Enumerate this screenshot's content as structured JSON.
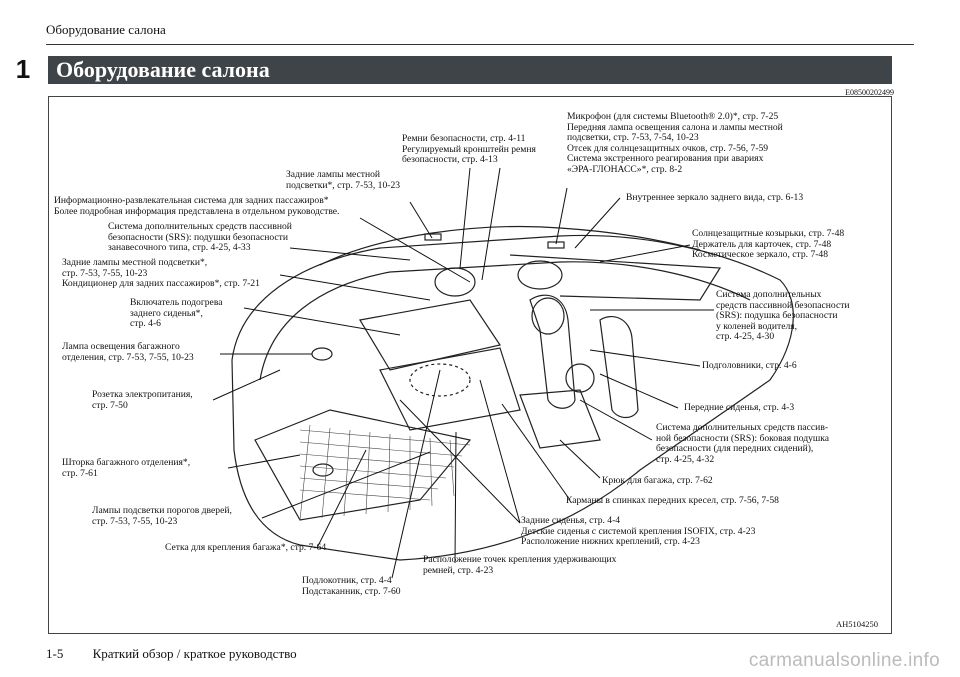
{
  "header": {
    "section_title": "Оборудование салона",
    "chapter_number": "1"
  },
  "section_bar": {
    "title": "Оборудование салона",
    "code": "E08500202499"
  },
  "figure": {
    "id": "AH5104250",
    "labels": {
      "l1": "Информационно-развлекательная система для задних пассажиров*\nБолее подробная информация представлена в отдельном руководстве.",
      "l2": "Задние лампы местной\nподсветки*, стр. 7-53, 10-23",
      "l3": "Ремни безопасности, стр. 4-11\nРегулируемый кронштейн ремня\nбезопасности, стр. 4-13",
      "l4": "Микрофон (для системы Bluetooth® 2.0)*, стр. 7-25\nПередняя лампа освещения салона и лампы местной\nподсветки, стр. 7-53, 7-54, 10-23\nОтсек для солнцезащитных очков, стр. 7-56, 7-59\nСистема экстренного реагирования при авариях\n«ЭРА-ГЛОНАСС»*, стр. 8-2",
      "l5": "Внутреннее зеркало заднего вида, стр. 6-13",
      "l6": "Система дополнительных средств пассивной\nбезопасности (SRS): подушки безопасности\nзанавесочного типа, стр. 4-25, 4-33",
      "l7": "Солнцезащитные козырьки, стр. 7-48\nДержатель для карточек, стр. 7-48\nКосметическое зеркало, стр. 7-48",
      "l8": "Задние лампы местной подсветки*,\nстр. 7-53, 7-55, 10-23\nКондиционер для задних пассажиров*, стр. 7-21",
      "l9": "Включатель подогрева\nзаднего сиденья*,\nстр. 4-6",
      "l10": "Система дополнительных\nсредств пассивной безопасности\n(SRS): подушка безопасности\nу коленей водителя,\nстр. 4-25, 4-30",
      "l11": "Лампа освещения багажного\nотделения, стр. 7-53, 7-55, 10-23",
      "l12": "Подголовники, стр. 4-6",
      "l13": "Розетка электропитания,\nстр. 7-50",
      "l14": "Передние сиденья, стр. 4-3",
      "l15": "Система дополнительных средств пассив-\nной безопасности (SRS): боковая подушка\nбезопасности (для передних сидений),\nстр. 4-25, 4-32",
      "l16": "Шторка багажного отделения*,\nстр. 7-61",
      "l17": "Крюк для багажа, стр. 7-62",
      "l18": "Карманы в спинках передних кресел, стр. 7-56, 7-58",
      "l19": "Лампы подсветки порогов дверей,\nстр. 7-53, 7-55, 10-23",
      "l20": "Задние сиденья, стр. 4-4\nДетские сиденья с системой крепления ISOFIX, стр. 4-23\nРасположение нижних креплений, стр. 4-23",
      "l21": "Сетка для крепления багажа*, стр. 7-64",
      "l22": "Расположение точек крепления удерживающих\nремней, стр. 4-23",
      "l23": "Подлокотник, стр. 4-4\nПодстаканник, стр. 7-60"
    }
  },
  "footer": {
    "page": "1-5",
    "title": "Краткий обзор / краткое руководство",
    "watermark": "carmanualsonline.info"
  }
}
